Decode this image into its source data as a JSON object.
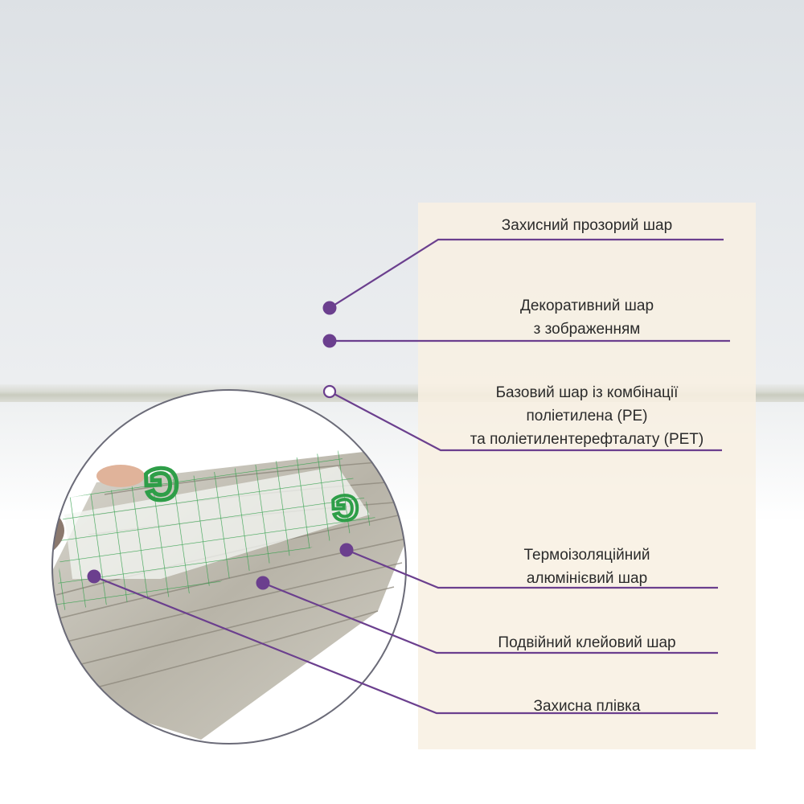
{
  "colors": {
    "accent": "#6b3f8e",
    "aluminium": "#c9c6bd",
    "mesh": "#2e9e48",
    "text": "#2b2b2b"
  },
  "layers": [
    {
      "id": "protective-clear",
      "label": "Захисний прозорий шар"
    },
    {
      "id": "decorative",
      "label": "Декоративний шар\nз зображенням"
    },
    {
      "id": "base",
      "label": "Базовий шар із комбінації\nполіетилена (PE)\nта поліетилентерефталату (PET)"
    },
    {
      "id": "thermal-aluminium",
      "label": "Термоізоляційний\nалюмінієвий шар"
    },
    {
      "id": "double-adhesive",
      "label": "Подвійний клейовий шар"
    },
    {
      "id": "protective-film",
      "label": "Захисна плівка"
    }
  ],
  "markings": {
    "mesh_symbol": "G"
  }
}
